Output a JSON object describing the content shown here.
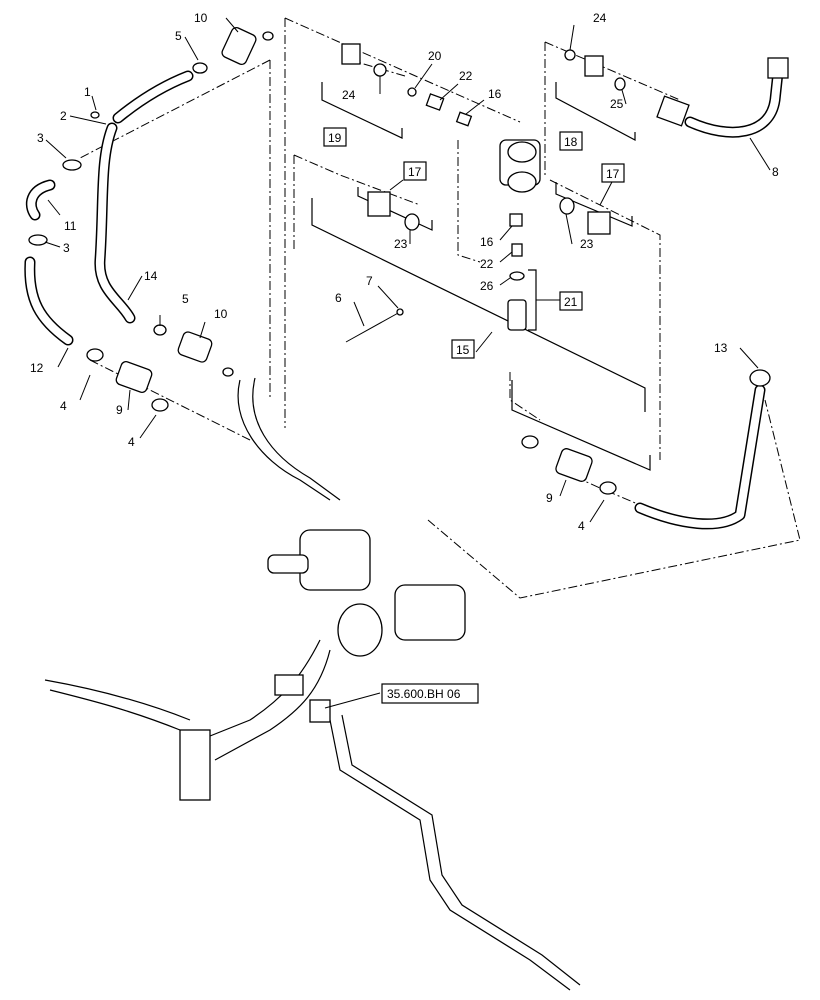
{
  "diagram": {
    "callouts": [
      {
        "id": "c1",
        "text": "1"
      },
      {
        "id": "c2",
        "text": "2"
      },
      {
        "id": "c3a",
        "text": "3"
      },
      {
        "id": "c3b",
        "text": "3"
      },
      {
        "id": "c4a",
        "text": "4"
      },
      {
        "id": "c4b",
        "text": "4"
      },
      {
        "id": "c4c",
        "text": "4"
      },
      {
        "id": "c5a",
        "text": "5"
      },
      {
        "id": "c5b",
        "text": "5"
      },
      {
        "id": "c6",
        "text": "6"
      },
      {
        "id": "c7",
        "text": "7"
      },
      {
        "id": "c8",
        "text": "8"
      },
      {
        "id": "c9a",
        "text": "9"
      },
      {
        "id": "c9b",
        "text": "9"
      },
      {
        "id": "c10a",
        "text": "10"
      },
      {
        "id": "c10b",
        "text": "10"
      },
      {
        "id": "c11",
        "text": "11"
      },
      {
        "id": "c12",
        "text": "12"
      },
      {
        "id": "c13",
        "text": "13"
      },
      {
        "id": "c14",
        "text": "14"
      },
      {
        "id": "c16a",
        "text": "16"
      },
      {
        "id": "c16b",
        "text": "16"
      },
      {
        "id": "c20",
        "text": "20"
      },
      {
        "id": "c22a",
        "text": "22"
      },
      {
        "id": "c22b",
        "text": "22"
      },
      {
        "id": "c23a",
        "text": "23"
      },
      {
        "id": "c23b",
        "text": "23"
      },
      {
        "id": "c24a",
        "text": "24"
      },
      {
        "id": "c24b",
        "text": "24"
      },
      {
        "id": "c25",
        "text": "25"
      },
      {
        "id": "c26",
        "text": "26"
      }
    ],
    "boxed_callouts": [
      {
        "id": "b15",
        "text": "15"
      },
      {
        "id": "b17a",
        "text": "17"
      },
      {
        "id": "b17b",
        "text": "17"
      },
      {
        "id": "b18",
        "text": "18"
      },
      {
        "id": "b19",
        "text": "19"
      },
      {
        "id": "b21",
        "text": "21"
      }
    ],
    "reference": "35.600.BH 06"
  }
}
